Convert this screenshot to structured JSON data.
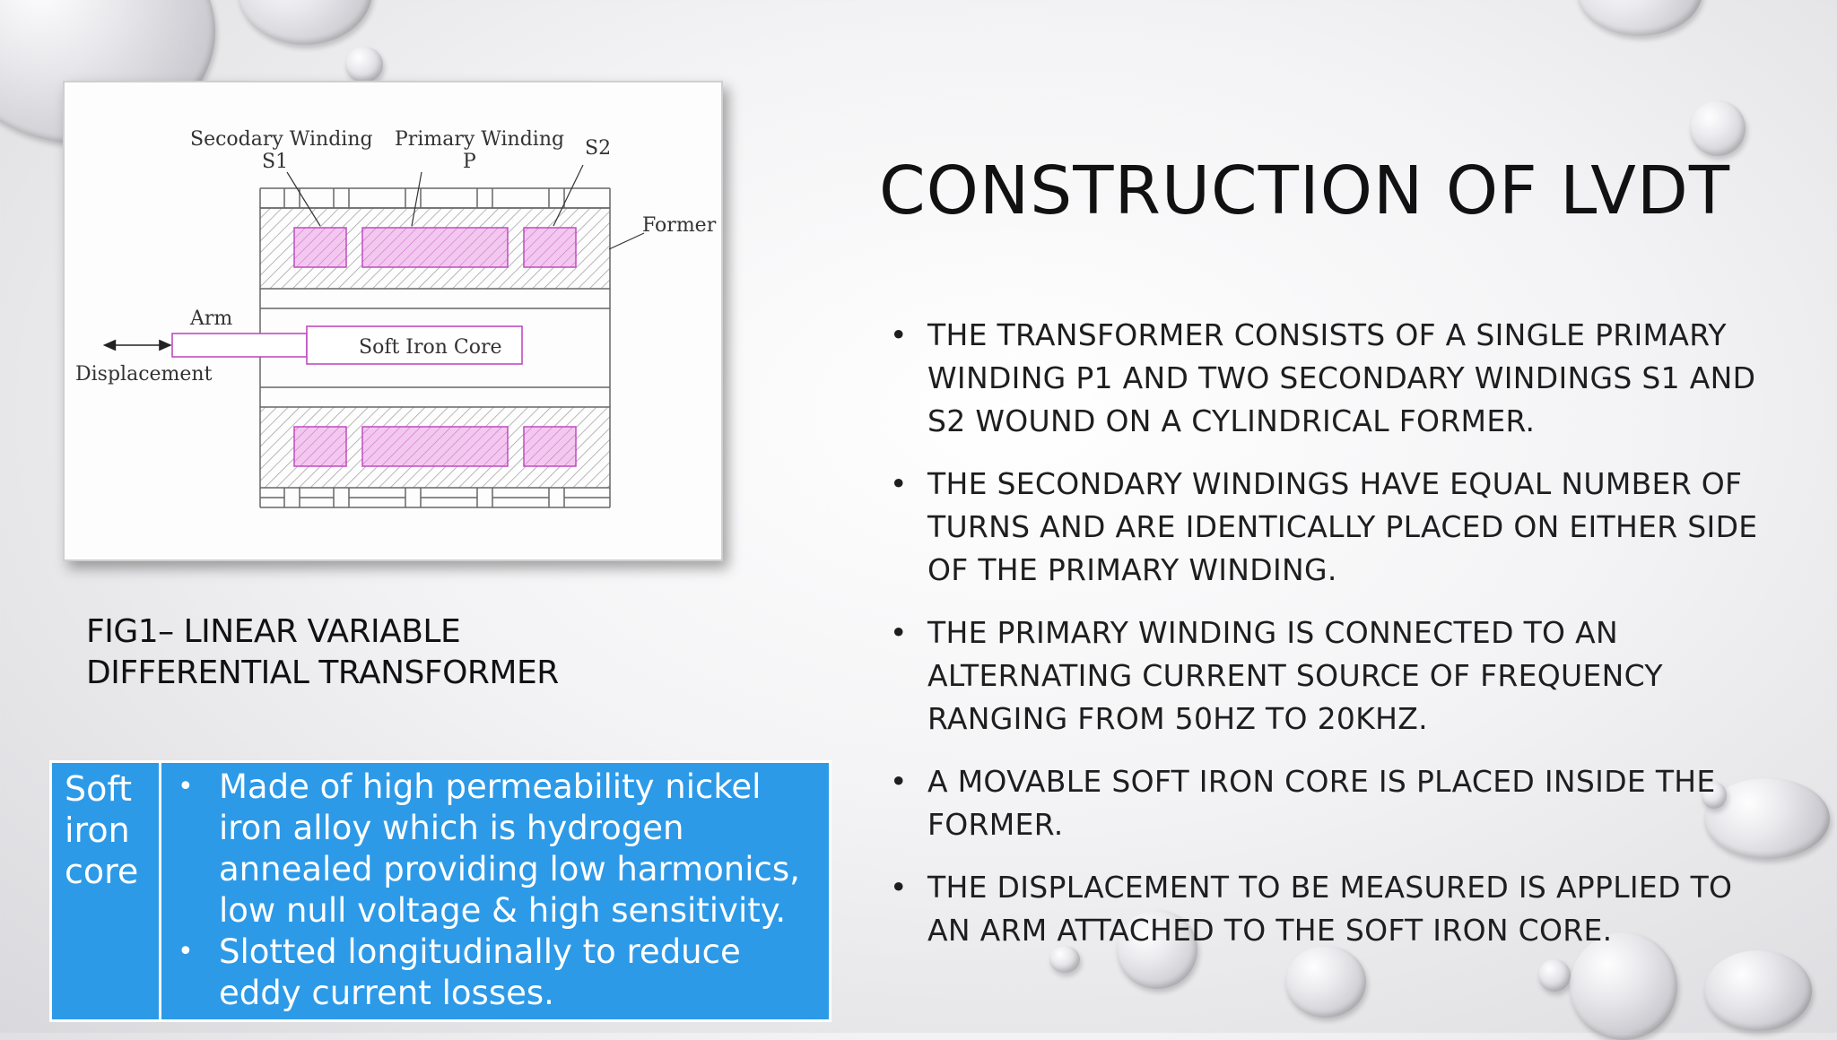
{
  "slide": {
    "title": "CONSTRUCTION OF LVDT",
    "bullets": [
      "THE TRANSFORMER CONSISTS OF A SINGLE PRIMARY WINDING P1 AND TWO SECONDARY WINDINGS S1 AND S2 WOUND ON A CYLINDRICAL FORMER.",
      "THE SECONDARY WINDINGS HAVE EQUAL NUMBER OF TURNS AND ARE IDENTICALLY PLACED ON EITHER SIDE OF THE PRIMARY WINDING.",
      "THE PRIMARY WINDING IS CONNECTED TO AN ALTERNATING CURRENT SOURCE OF FREQUENCY RANGING FROM 50HZ TO 20KHZ.",
      "A MOVABLE SOFT IRON CORE IS PLACED INSIDE THE FORMER.",
      "THE DISPLACEMENT TO BE MEASURED IS APPLIED TO AN ARM ATTACHED TO THE SOFT IRON CORE."
    ],
    "bullet_symbol": "•"
  },
  "figure": {
    "labels": {
      "secondary_winding": "Secodary Winding",
      "s1": "S1",
      "primary_winding": "Primary Winding",
      "p": "P",
      "s2": "S2",
      "former": "Former",
      "arm": "Arm",
      "soft_iron_core": "Soft Iron Core",
      "displacement": "Displacement"
    },
    "caption_line1": "FIG1– LINEAR VARIABLE",
    "caption_line2": "DIFFERENTIAL TRANSFORMER"
  },
  "info_table": {
    "header": "Soft iron core",
    "items": [
      "Made of high permeability nickel iron alloy which is hydrogen annealed providing low harmonics, low null voltage & high sensitivity.",
      "Slotted longitudinally to reduce eddy current losses."
    ],
    "bullet_symbol": "•"
  },
  "colors": {
    "table_fill": "#2d9ae8",
    "winding_fill": "#f3c8ef",
    "winding_stroke": "#c04cc0"
  }
}
